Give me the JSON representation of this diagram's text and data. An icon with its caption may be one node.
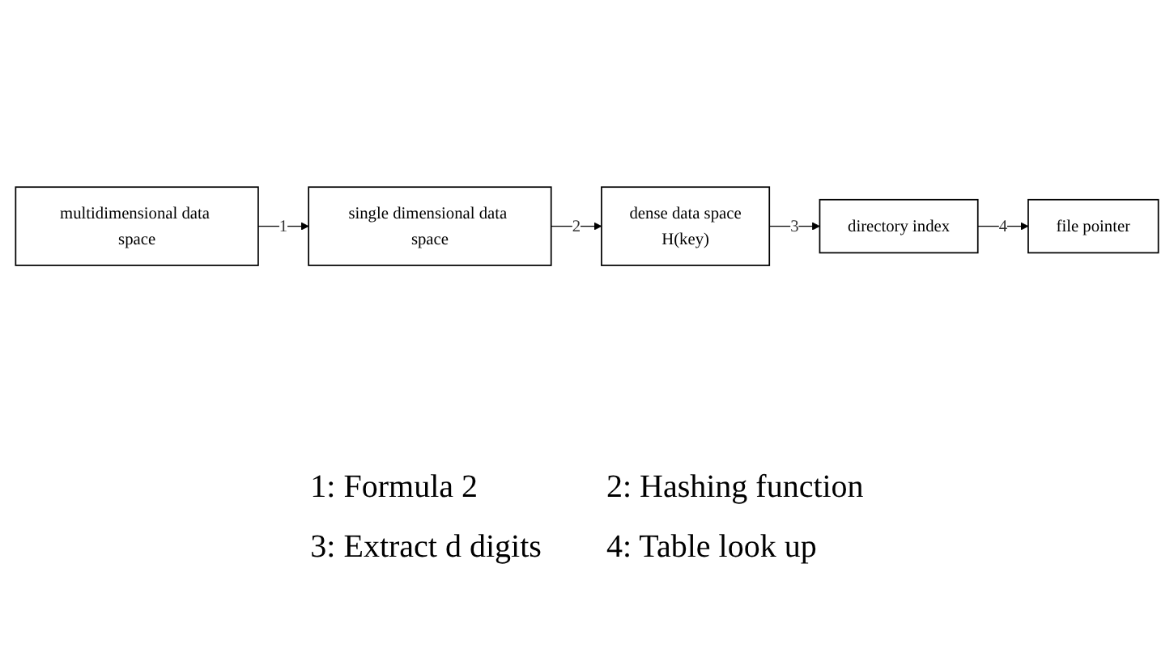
{
  "diagram": {
    "nodes": [
      {
        "text": [
          "multidimensional data space"
        ]
      },
      {
        "text": [
          "single dimensional data space"
        ]
      },
      {
        "text": [
          "dense data space",
          "H(key)"
        ]
      },
      {
        "text": [
          "directory index"
        ]
      },
      {
        "text": [
          "file pointer"
        ]
      }
    ],
    "edges": [
      {
        "from": 0,
        "to": 1,
        "label": "1",
        "arrow": "to"
      },
      {
        "from": 1,
        "to": 2,
        "label": "2",
        "arrow": "to"
      },
      {
        "from": 2,
        "to": 3,
        "label": "3",
        "arrow": "to"
      },
      {
        "from": 3,
        "to": 4,
        "label": "4",
        "arrow": "to"
      }
    ],
    "labels": [
      "1: Formula 2",
      "2: Hashing function",
      "3: Extract d digits",
      "4: Table look up"
    ]
  }
}
